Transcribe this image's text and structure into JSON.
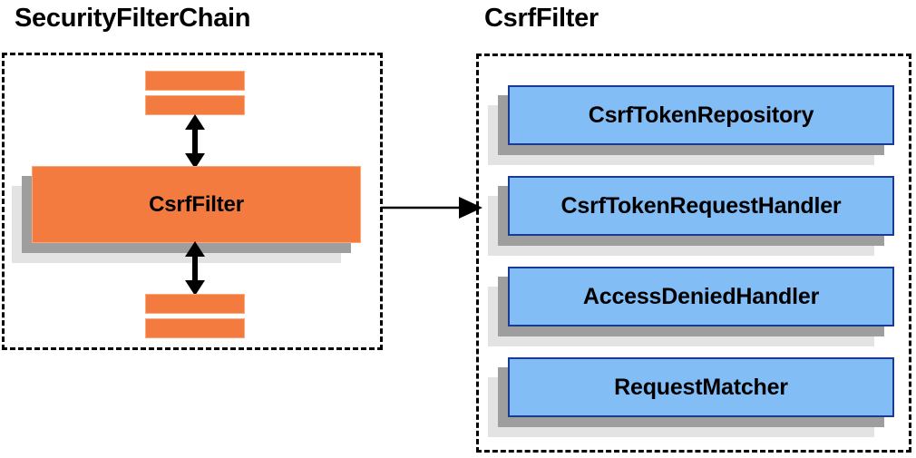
{
  "panels": [
    {
      "id": "security-filter-chain",
      "title": "SecurityFilterChain",
      "bars_top": [
        "",
        ""
      ],
      "main_component": "CsrfFilter",
      "bars_bottom": [
        "",
        ""
      ]
    },
    {
      "id": "csrf-filter",
      "title": "CsrfFilter",
      "components": [
        "CsrfTokenRepository",
        "CsrfTokenRequestHandler",
        "AccessDeniedHandler",
        "RequestMatcher"
      ]
    }
  ],
  "diagram": {
    "title_left": "SecurityFilterChain",
    "title_right": "CsrfFilter",
    "left_main_label": "CsrfFilter",
    "right_items": [
      "CsrfTokenRepository",
      "CsrfTokenRequestHandler",
      "AccessDeniedHandler",
      "RequestMatcher"
    ],
    "connector_label": ""
  },
  "colors": {
    "orange_fill": "#f47b3f",
    "orange_border": "#f9a878",
    "blue_fill": "#82bdf6",
    "blue_border": "#1b3a94",
    "shadow_mid": "#9e9e9e",
    "shadow_light": "#e3e3e3",
    "dashed_border": "#000000",
    "arrow": "#000000",
    "text": "#000000",
    "background": "#ffffff"
  }
}
